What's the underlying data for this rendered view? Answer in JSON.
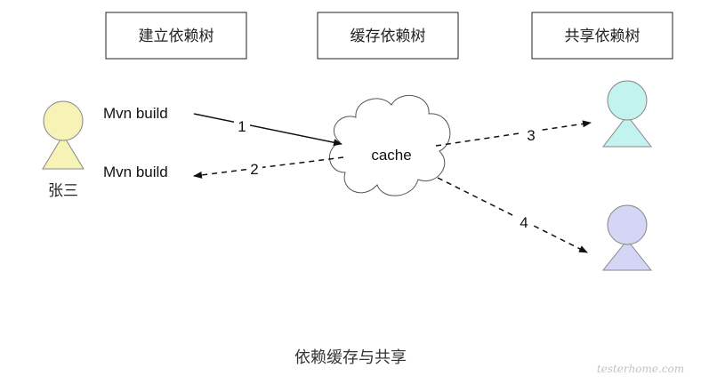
{
  "header_boxes": [
    {
      "label": "建立依赖树"
    },
    {
      "label": "缓存依赖树"
    },
    {
      "label": "共享依赖树"
    }
  ],
  "users": [
    {
      "name": "张三",
      "color": "#f7f3b6"
    },
    {
      "name": "",
      "color": "#c3f3ee"
    },
    {
      "name": "",
      "color": "#d5d5f6"
    }
  ],
  "cache": {
    "label": "cache"
  },
  "edges": [
    {
      "number": "1",
      "text": "Mvn build",
      "style": "solid"
    },
    {
      "number": "2",
      "text": "Mvn build",
      "style": "dashed"
    },
    {
      "number": "3",
      "text": "",
      "style": "dashed"
    },
    {
      "number": "4",
      "text": "",
      "style": "dashed"
    }
  ],
  "caption": "依赖缓存与共享",
  "watermark": "testerhome.com"
}
